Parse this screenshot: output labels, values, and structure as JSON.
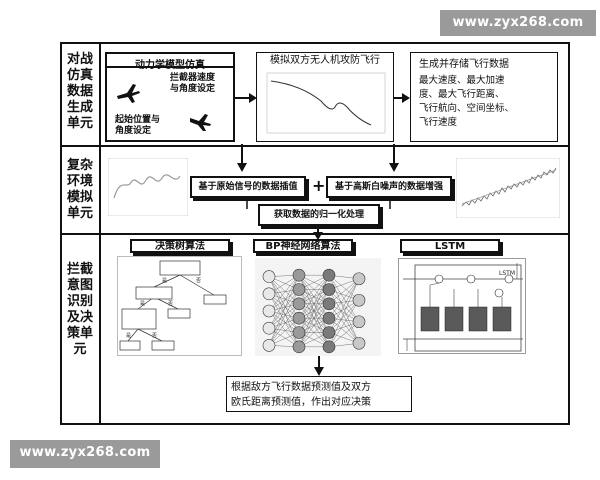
{
  "watermark_top": "www.zyx268.com",
  "watermark_bottom": "www.zyx268.com",
  "rows": {
    "row1_label": "对战\n仿真\n数据\n生成\n单元",
    "row2_label": "复杂\n环境\n模拟\n单元",
    "row3_label": "拦截\n意图\n识别\n及决\n策单\n元"
  },
  "row1": {
    "dynamics_title": "动力学模型仿真",
    "carrier_speed": "拦截器速度\n与角度设定",
    "start_position": "起始位置与\n角度设定",
    "sim_title": "模拟双方无人机攻防飞行",
    "store_title": "生成并存储飞行数据",
    "store_body": "最大速度、最大加速\n度、最大飞行距离、\n飞行航向、空间坐标、\n飞行速度"
  },
  "row2": {
    "interp_label": "基于原始信号的数据插值",
    "plus": "+",
    "noise_label": "基于高斯白噪声的数据增强",
    "normalize_label": "获取数据的归一化处理"
  },
  "row3": {
    "tree_title": "决策树算法",
    "bp_title": "BP神经网络算法",
    "lstm_title": "LSTM",
    "lstm_inner": "LSTM",
    "tree_nodes": [
      "",
      "",
      "",
      "",
      "",
      "",
      ""
    ],
    "tree_labels": [
      "是",
      "否",
      "是",
      "否",
      "是",
      "否"
    ]
  },
  "output": {
    "decision_text": "根据敌方飞行数据预测值及双方\n欧氏距离预测值，作出对应决策"
  }
}
